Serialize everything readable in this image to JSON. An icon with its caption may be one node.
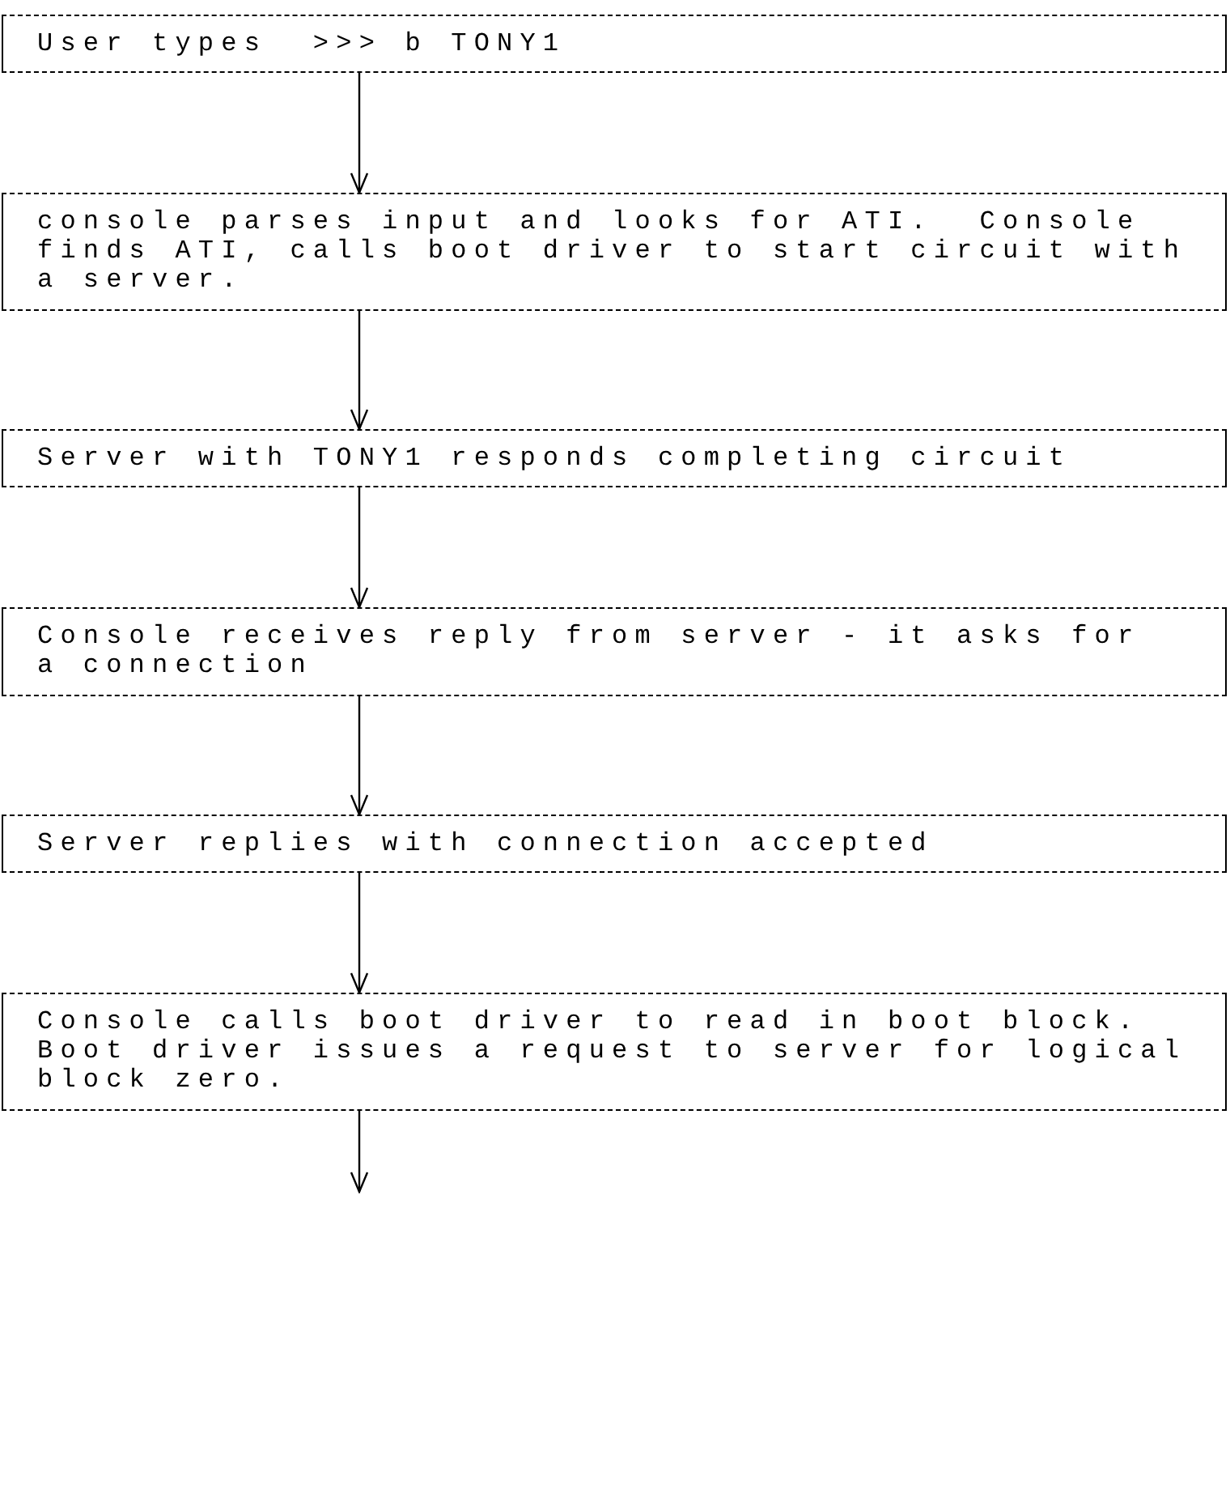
{
  "diagram": {
    "nodes": [
      {
        "text": [
          "User types  >>> b TONY1"
        ]
      },
      {
        "text": [
          "console parses input and looks for ATI.  Console finds ATI, calls boot driver to start circuit with a server."
        ]
      },
      {
        "text": [
          "Server with TONY1 responds completing circuit"
        ]
      },
      {
        "text": [
          "Console receives reply from server - it asks for a connection"
        ]
      },
      {
        "text": [
          "Server replies with connection accepted"
        ]
      },
      {
        "text": [
          "Console calls boot driver to read in boot block. Boot driver issues a request to server for logical block zero."
        ]
      }
    ],
    "edges": [
      {
        "from": 0,
        "to": 1,
        "arrow": "to"
      },
      {
        "from": 1,
        "to": 2,
        "arrow": "to"
      },
      {
        "from": 2,
        "to": 3,
        "arrow": "to"
      },
      {
        "from": 3,
        "to": 4,
        "arrow": "to"
      },
      {
        "from": 4,
        "to": 5,
        "arrow": "to"
      },
      {
        "from": 5,
        "to": null,
        "arrow": "to"
      }
    ]
  }
}
